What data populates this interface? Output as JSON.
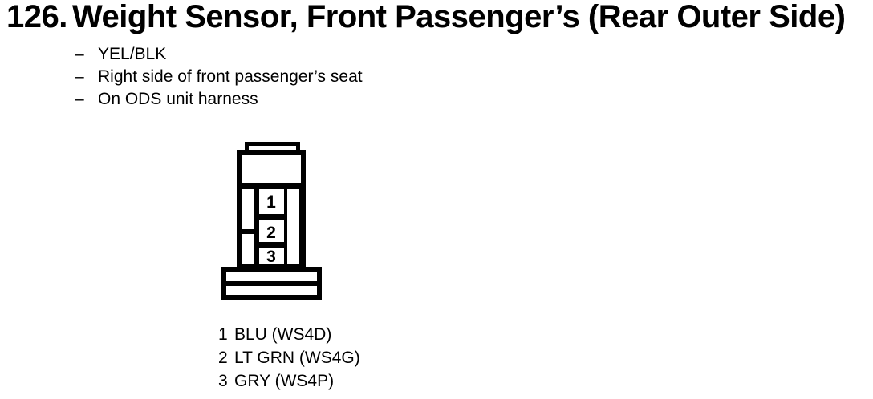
{
  "page": {
    "background_color": "#ffffff",
    "text_color": "#000000"
  },
  "header": {
    "item_number": "126.",
    "title": "Weight Sensor, Front Passenger’s (Rear Outer Side)"
  },
  "details": {
    "bullet_prefix": "–",
    "items": [
      "YEL/BLK",
      "Right side of front passenger’s seat",
      "On ODS unit harness"
    ]
  },
  "connector": {
    "description": "3-pin connector, front view",
    "pins": [
      "1",
      "2",
      "3"
    ]
  },
  "pin_legend": [
    {
      "pin": "1",
      "wire": "BLU (WS4D)"
    },
    {
      "pin": "2",
      "wire": "LT GRN (WS4G)"
    },
    {
      "pin": "3",
      "wire": "GRY (WS4P)"
    }
  ]
}
